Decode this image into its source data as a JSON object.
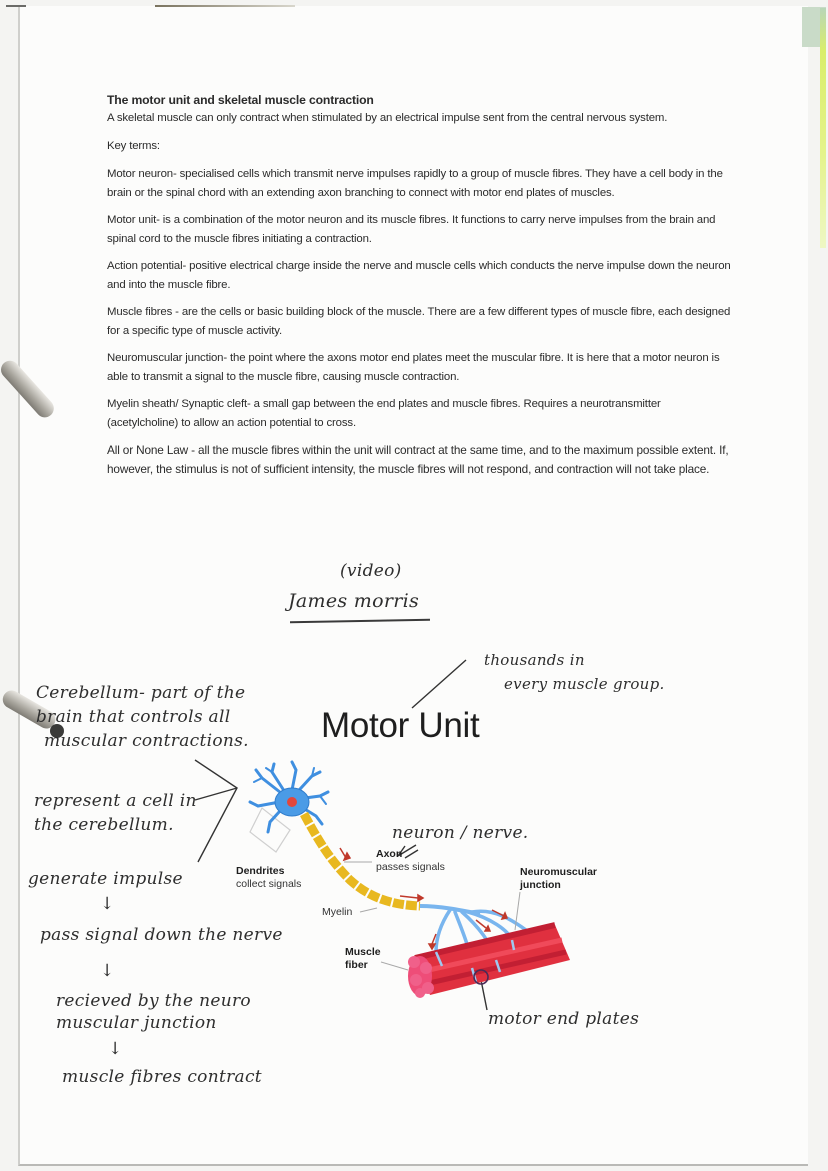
{
  "document": {
    "title": "The motor unit and skeletal muscle contraction",
    "intro": "A skeletal muscle can only contract when stimulated by an electrical impulse sent from the central nervous system.",
    "key_terms_heading": "Key terms:",
    "terms": [
      {
        "term": "Motor neuron",
        "text": "Motor neuron- specialised cells which transmit nerve impulses rapidly to a group of muscle fibres. They have a cell body in the brain or the spinal chord with an extending axon branching to connect with motor end plates of muscles."
      },
      {
        "term": "Motor unit",
        "text": "Motor unit- is a combination of the motor neuron and its muscle fibres. It functions to carry nerve impulses from the brain and spinal cord to the muscle fibres initiating a contraction."
      },
      {
        "term": "Action potential",
        "text": "Action potential- positive electrical charge inside the nerve and muscle cells which conducts the nerve impulse down the neuron and into the muscle fibre."
      },
      {
        "term": "Muscle fibres",
        "text": "Muscle fibres - are the cells or basic building block of the muscle. There are a few different types of muscle fibre, each designed for a specific type of muscle activity."
      },
      {
        "term": "Neuromuscular junction",
        "text": "Neuromuscular junction- the point where the axons motor end plates meet the muscular fibre. It is here that a motor neuron is able to transmit a signal to the muscle fibre, causing muscle contraction."
      },
      {
        "term": "Myelin sheath/ Synaptic cleft",
        "text": "Myelin sheath/ Synaptic cleft- a small gap between the end plates and muscle fibres. Requires a neurotransmitter (acetylcholine) to allow an action potential to cross."
      },
      {
        "term": "All or None Law",
        "text": "All or None Law - all the muscle fibres within the unit will contract at the same time, and to the maximum possible extent. If, however, the stimulus is not of sufficient intensity, the muscle fibres will not respond, and contraction will not take place."
      }
    ]
  },
  "handwritten": {
    "video_note": "(video)",
    "video_name": "James morris",
    "thousands_line1": "thousands in",
    "thousands_line2": "every muscle group.",
    "cerebellum_line1": "Cerebellum- part of the",
    "cerebellum_line2": "brain that controls all",
    "cerebellum_line3": "muscular contractions.",
    "represent_line1": "represent a cell in",
    "represent_line2": "the cerebellum.",
    "neuron_nerve": "neuron / nerve.",
    "motor_end_plates": "motor end plates",
    "flow": [
      "generate impulse",
      "pass signal down the nerve",
      "recieved by the neuro",
      "muscular junction",
      "muscle fibres contract"
    ],
    "arrow": "↓"
  },
  "diagram": {
    "title": "Motor Unit",
    "labels": {
      "dendrites_bold": "Dendrites",
      "dendrites_sub": "collect signals",
      "axon_bold": "Axon",
      "axon_sub": "passes signals",
      "myelin": "Myelin",
      "muscle_bold1": "Muscle",
      "muscle_bold2": "fiber",
      "nmj_bold1": "Neuromuscular",
      "nmj_bold2": "junction"
    },
    "colors": {
      "neuron_body": "#3f8fe0",
      "nucleus": "#e2473c",
      "myelin": "#e8b820",
      "muscle": "#e0303f",
      "signal_arrow": "#c0392b"
    }
  }
}
